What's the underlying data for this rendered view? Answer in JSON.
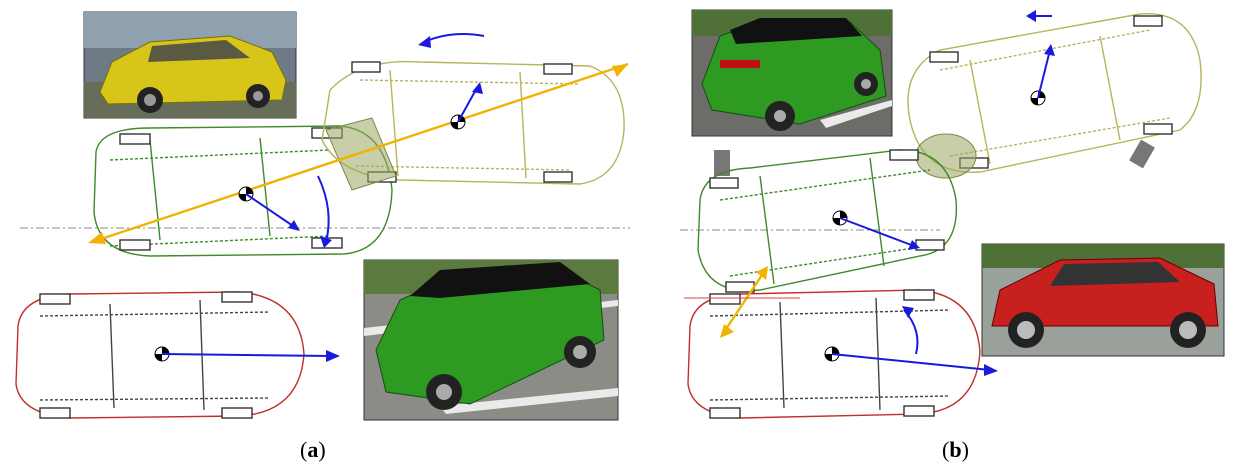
{
  "panels": [
    {
      "id": "a",
      "caption_open": "(",
      "caption_letter": "a",
      "caption_close": ")"
    },
    {
      "id": "b",
      "caption_open": "(",
      "caption_letter": "b",
      "caption_close": ")"
    }
  ],
  "colors": {
    "car_green_outline": "#3f8a2a",
    "car_yellow_outline": "#b9b35a",
    "car_red_outline": "#c0302a",
    "velocity_arrow": "#1a1adf",
    "impulse_arrow": "#f0b400",
    "contact_patch": "#9aa860",
    "photo_yellow_car": "#d8c51a",
    "photo_green_car": "#2e9a22",
    "photo_red_car": "#c8201e"
  }
}
